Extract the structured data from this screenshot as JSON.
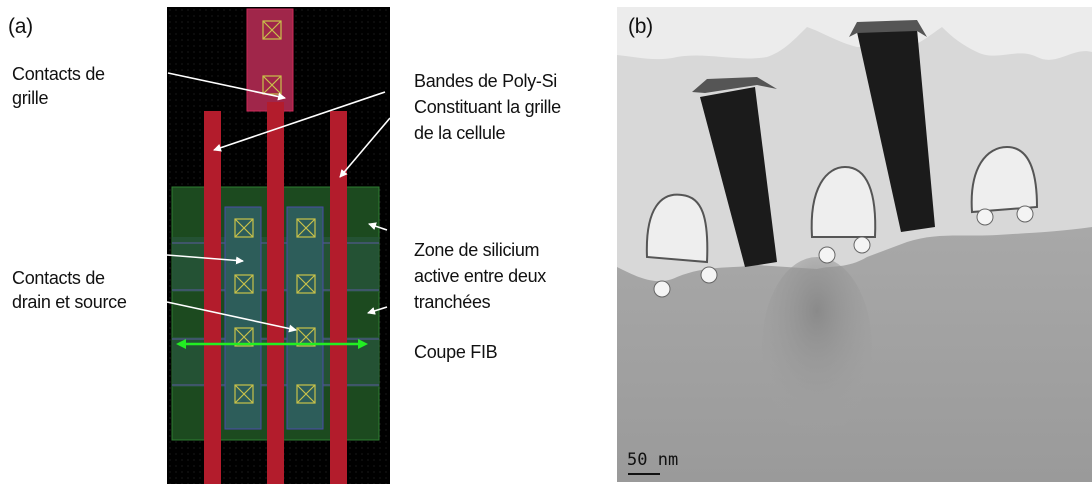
{
  "panel_a": {
    "tag": "(a)",
    "labels": {
      "gate_contacts": [
        "Contacts de",
        "grille"
      ],
      "poly_bands": [
        "Bandes de Poly-Si",
        "Constituant la grille",
        "de la cellule"
      ],
      "drain_source_contacts": [
        "Contacts de",
        "drain et source"
      ],
      "active_zone": [
        "Zone de silicium",
        "active entre deux",
        "tranchées"
      ],
      "fib_cut": "Coupe FIB"
    },
    "colors": {
      "background": "#000000",
      "poly": "#b31c2c",
      "active": "#1f4f22",
      "contact": "#c9c24a",
      "fib_line": "#22ee22",
      "arrow": "#ffffff"
    }
  },
  "panel_b": {
    "tag": "(b)",
    "scale_bar": "50 nm"
  }
}
